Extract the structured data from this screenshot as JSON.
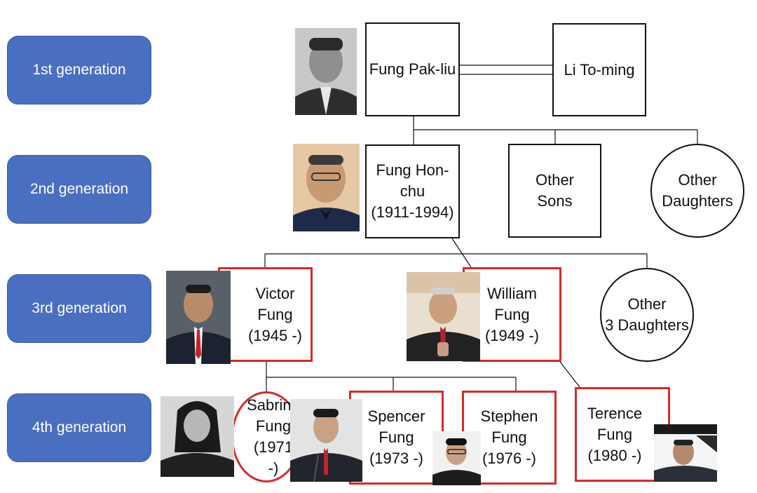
{
  "generations": [
    "1st generation",
    "2nd generation",
    "3rd generation",
    "4th generation"
  ],
  "gen1": {
    "fung_pak_liu": "Fung Pak-liu",
    "li_to_ming": "Li To-ming"
  },
  "gen2": {
    "fung_hon_chu": "Fung Hon-\nchu\n(1911-1994)",
    "other_sons": "Other\nSons",
    "other_daughters": "Other\nDaughters"
  },
  "gen3": {
    "victor": "Victor\nFung\n(1945 -)",
    "william": "William\nFung\n(1949 -)",
    "other_3_daughters": "Other\n3 Daughters"
  },
  "gen4": {
    "sabrina": "Sabrina\nFung\n(1971 -)",
    "spencer": "Spencer\nFung\n(1973 -)",
    "stephen": "Stephen\nFung\n(1976 -)",
    "terence": "Terence\nFung\n(1980 -)"
  },
  "colors": {
    "generation_box": "#4a6fc0",
    "red_border": "#d62a2a",
    "line": "#111111"
  }
}
